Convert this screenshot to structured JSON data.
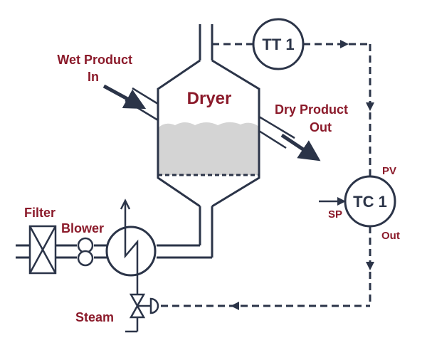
{
  "labels": {
    "wet_product_line1": "Wet Product",
    "wet_product_line2": "In",
    "dryer": "Dryer",
    "dry_product_line1": "Dry Product",
    "dry_product_line2": "Out",
    "filter": "Filter",
    "blower": "Blower",
    "steam": "Steam",
    "tt1": "TT 1",
    "tc1": "TC 1",
    "pv": "PV",
    "sp": "SP",
    "out": "Out"
  },
  "colors": {
    "label_red": "#8b1a2a",
    "line_dark": "#2b3448",
    "product_fill": "#d4d4d4"
  }
}
